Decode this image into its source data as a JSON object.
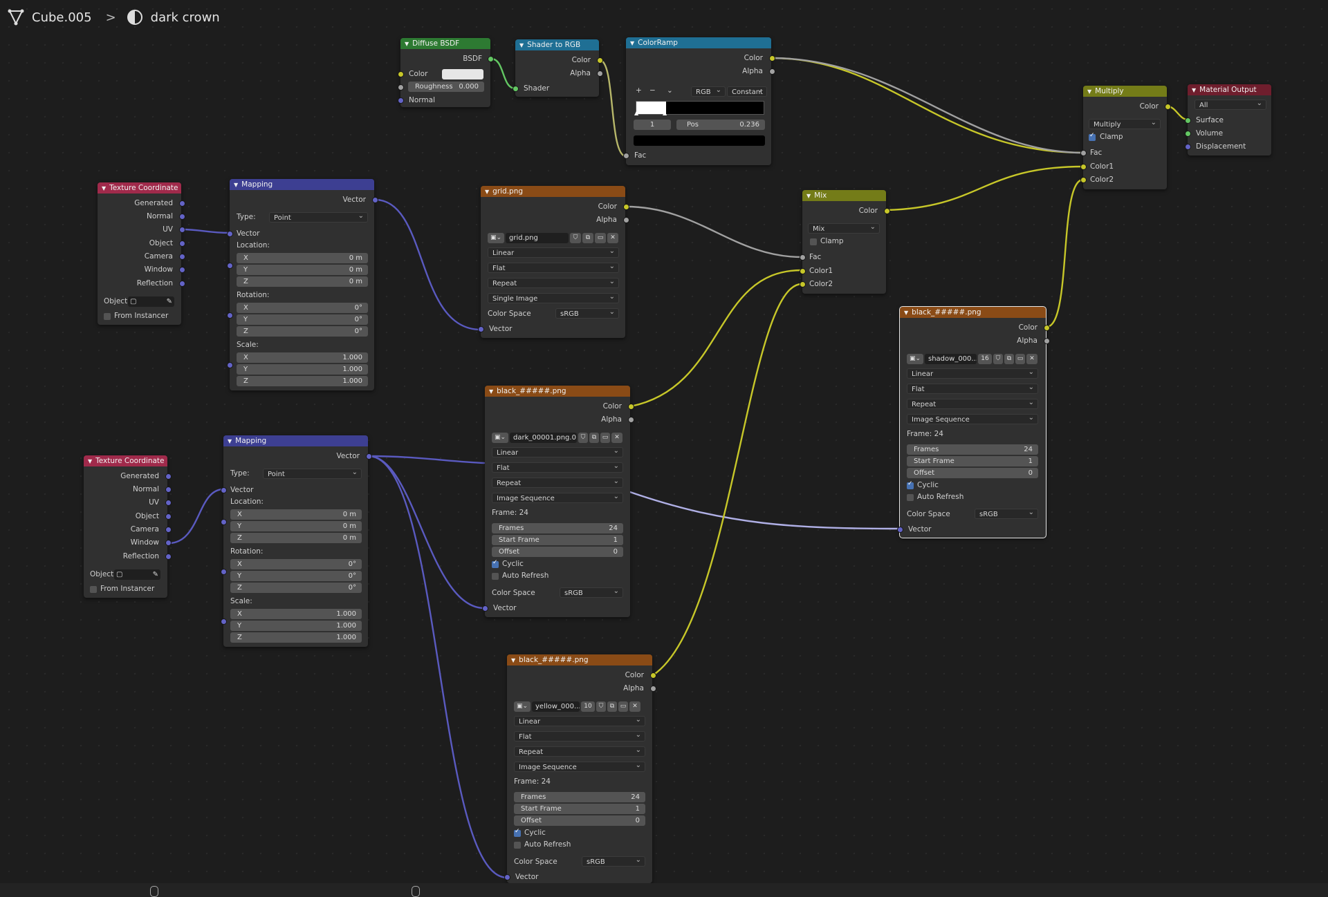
{
  "breadcrumb": {
    "object": "Cube.005",
    "separator": ">",
    "material": "dark crown"
  },
  "colors": {
    "vector": "#6363c7",
    "color": "#c7c729",
    "float": "#a1a1a1",
    "shader": "#63c763"
  },
  "common": {
    "generated": "Generated",
    "normal": "Normal",
    "uv": "UV",
    "object": "Object",
    "camera": "Camera",
    "window": "Window",
    "reflection": "Reflection",
    "object_field": "Object:",
    "from_instancer": "From Instancer",
    "vector": "Vector",
    "type": "Type:",
    "point": "Point",
    "location": "Location:",
    "rotation": "Rotation:",
    "scale": "Scale:",
    "x": "X",
    "y": "Y",
    "z": "Z",
    "zero_m": "0 m",
    "zero_deg": "0°",
    "one": "1.000",
    "color": "Color",
    "alpha": "Alpha",
    "linear": "Linear",
    "flat": "Flat",
    "repeat": "Repeat",
    "single_image": "Single Image",
    "image_sequence": "Image Sequence",
    "color_space": "Color Space",
    "srgb": "sRGB",
    "frame": "Frame: 24",
    "frames": "Frames",
    "frames_val": "24",
    "start_frame": "Start Frame",
    "start_val": "1",
    "offset": "Offset",
    "offset_val": "0",
    "cyclic": "Cyclic",
    "auto_refresh": "Auto Refresh",
    "fac": "Fac",
    "color1": "Color1",
    "color2": "Color2",
    "clamp": "Clamp"
  },
  "nodes": {
    "diffuse": {
      "title": "Diffuse BSDF",
      "out": "BSDF",
      "color": "Color",
      "roughness": "Roughness",
      "roughness_val": "0.000",
      "normal": "Normal"
    },
    "shader_rgb": {
      "title": "Shader to RGB",
      "shader": "Shader"
    },
    "colorramp": {
      "title": "ColorRamp",
      "plus": "+",
      "minus": "−",
      "mode": "RGB",
      "interp": "Constant",
      "index": "1",
      "pos": "Pos",
      "pos_val": "0.236"
    },
    "multiply": {
      "title": "Multiply",
      "blend": "Multiply"
    },
    "output": {
      "title": "Material Output",
      "target": "All",
      "surface": "Surface",
      "volume": "Volume",
      "displacement": "Displacement"
    },
    "texcoord1": {
      "title": "Texture Coordinate"
    },
    "texcoord2": {
      "title": "Texture Coordinate"
    },
    "mapping1": {
      "title": "Mapping"
    },
    "mapping2": {
      "title": "Mapping"
    },
    "grid": {
      "title": "grid.png",
      "image": "grid.png"
    },
    "mix": {
      "title": "Mix",
      "blend": "Mix"
    },
    "black1": {
      "title": "black_#####.png",
      "image": "dark_00001.png.0..."
    },
    "black2": {
      "title": "black_#####.png",
      "image": "yellow_000...",
      "users": "10"
    },
    "shadow": {
      "title": "black_#####.png",
      "image": "shadow_000...",
      "users": "16"
    }
  }
}
